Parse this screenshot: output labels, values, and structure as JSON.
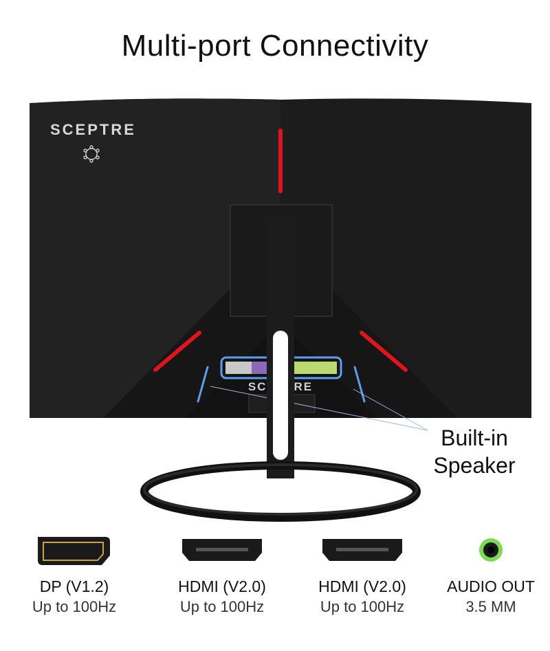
{
  "title": "Multi-port Connectivity",
  "brand": "SCEPTRE",
  "panel_brand": "SCEPTRE",
  "speaker_callout": {
    "line1": "Built-in",
    "line2": "Speaker"
  },
  "ports": [
    {
      "name": "DP (V1.2)",
      "spec": "Up to 100Hz",
      "icon": "displayport-icon"
    },
    {
      "name": "HDMI (V2.0)",
      "spec": "Up to 100Hz",
      "icon": "hdmi-icon"
    },
    {
      "name": "HDMI (V2.0)",
      "spec": "Up to 100Hz",
      "icon": "hdmi-icon"
    },
    {
      "name": "AUDIO OUT",
      "spec": "3.5 MM",
      "icon": "audio-jack-icon"
    }
  ],
  "colors": {
    "accent_red": "#e0141c",
    "highlight_blue": "#5aa0f0",
    "audio_green": "#7ed957",
    "dp_gold": "#c9a24a",
    "port_purple": "#8a6ab8",
    "port_yellow": "#d8d040"
  }
}
